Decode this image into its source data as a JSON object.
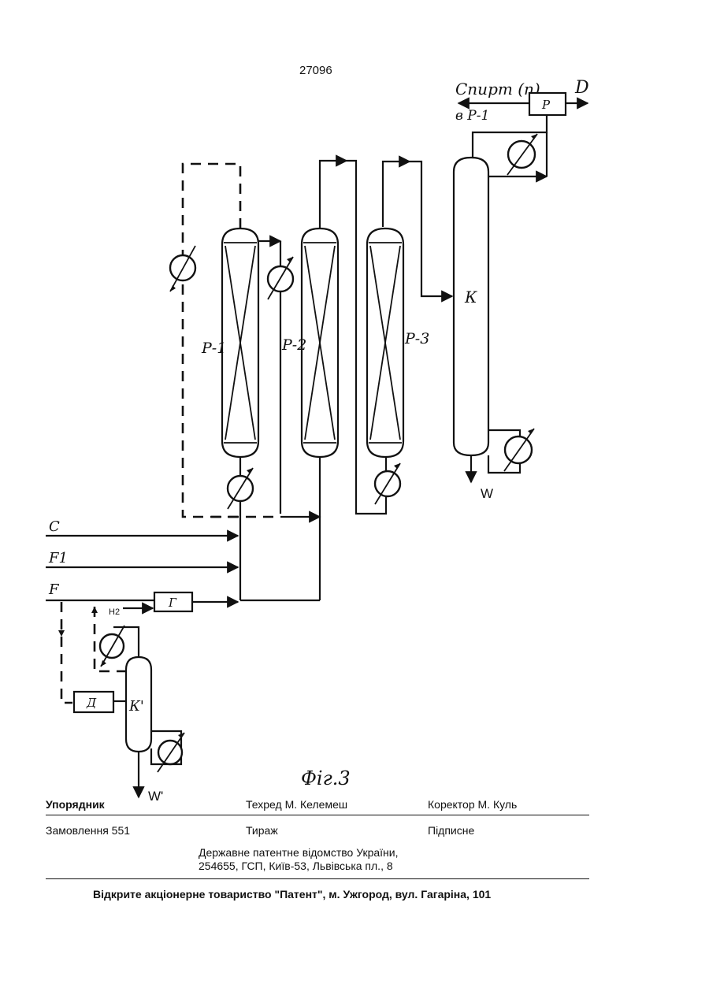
{
  "page_number": "27096",
  "labels": {
    "product": "Спирт (п)",
    "to_p1": "в Р-1",
    "vessel_p": "Р",
    "distillate": "D",
    "reactor_1": "Р-1",
    "reactor_2": "Р-2",
    "reactor_3": "Р-3",
    "column_k": "К",
    "bottoms_w": "W",
    "feed_c": "C",
    "feed_f1": "F1",
    "feed_f": "F",
    "heater_g": "Г",
    "hydrogen": "H2",
    "dryer_d": "Д",
    "column_k_prime": "К'",
    "bottoms_w_prime": "W'",
    "figure_caption": "Фіг.3"
  },
  "footer": {
    "compiler": "Упорядник",
    "tech_editor": "Техред М. Келемеш",
    "corrector": "Коректор М. Куль",
    "order": "Замовлення 551",
    "circulation": "Тираж",
    "subscription": "Підписне",
    "office_line1": "Державне патентне відомство України,",
    "office_line2": "254655, ГСП, Київ-53, Львівська пл., 8",
    "publisher": "Відкрите акціонерне товариство \"Патент\", м. Ужгород, вул. Гагаріна, 101"
  }
}
